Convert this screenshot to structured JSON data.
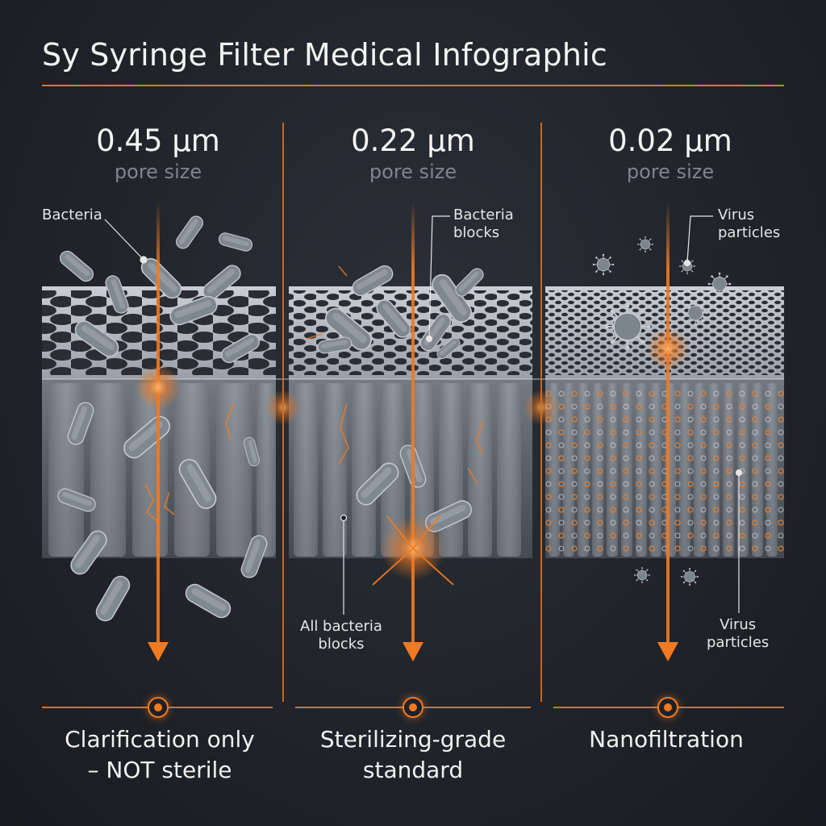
{
  "title": "Sy Syringe Filter Medical Infographic",
  "columns": [
    {
      "pore_value": "0.45 µm",
      "pore_label": "pore size",
      "callouts": [
        "Bacteria"
      ],
      "caption_lines": [
        "Clarification only",
        "– NOT sterile"
      ]
    },
    {
      "pore_value": "0.22 µm",
      "pore_label": "pore size",
      "callouts": [
        "Bacteria\nblocks",
        "All bacteria\nblocks"
      ],
      "caption_lines": [
        "Sterilizing-grade",
        "standard"
      ]
    },
    {
      "pore_value": "0.02 µm",
      "pore_label": "pore size",
      "callouts": [
        "Virus\nparticles",
        "Virus\nparticles"
      ],
      "caption_lines": [
        "Nanofiltration"
      ]
    }
  ],
  "colors": {
    "accent": "#f07a22",
    "background": "#1e2127",
    "membrane": "#b9bec5",
    "bacteria": "#8b939c"
  },
  "icons": [
    "bacteria-icon",
    "virus-icon",
    "flow-arrow-icon",
    "membrane-icon"
  ]
}
